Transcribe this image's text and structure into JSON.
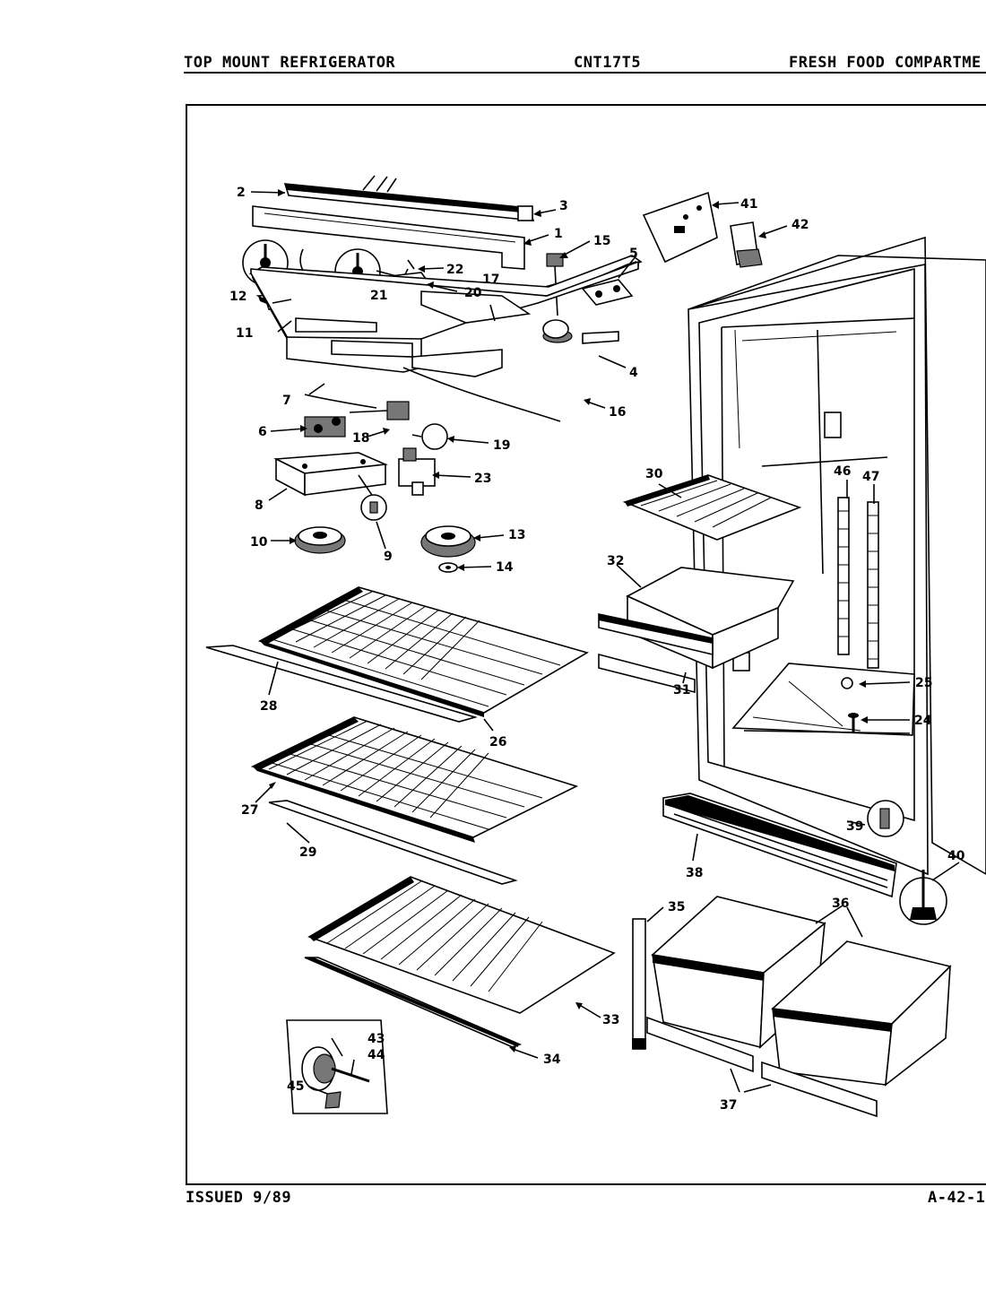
{
  "header": {
    "left": "TOP MOUNT REFRIGERATOR",
    "center": "CNT17T5",
    "right": "FRESH FOOD COMPARTME"
  },
  "footer": {
    "issued": "ISSUED 9/89",
    "page_code": "A-42-1"
  },
  "callouts": [
    "1",
    "2",
    "3",
    "4",
    "5",
    "6",
    "7",
    "8",
    "9",
    "10",
    "11",
    "12",
    "13",
    "14",
    "15",
    "16",
    "17",
    "18",
    "19",
    "20",
    "21",
    "22",
    "23",
    "24",
    "25",
    "26",
    "27",
    "28",
    "29",
    "30",
    "31",
    "32",
    "33",
    "34",
    "35",
    "36",
    "37",
    "38",
    "39",
    "40",
    "41",
    "42",
    "43",
    "44",
    "45",
    "46",
    "47"
  ]
}
